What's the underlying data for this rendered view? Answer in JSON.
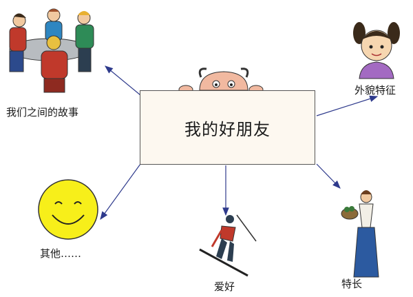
{
  "diagram": {
    "center": {
      "title": "我的好朋友"
    },
    "branches": [
      {
        "id": "stories",
        "label": "我们之间的故事",
        "icon": "friends-at-table-icon"
      },
      {
        "id": "appearance",
        "label": "外貌特征",
        "icon": "girl-portrait-icon"
      },
      {
        "id": "others",
        "label": "其他……",
        "icon": "smiley-face-icon"
      },
      {
        "id": "hobbies",
        "label": "爱好",
        "icon": "skier-icon"
      },
      {
        "id": "strengths",
        "label": "特长",
        "icon": "woman-with-basket-icon"
      }
    ]
  },
  "colors": {
    "arrow": "#2e3a8c",
    "box_fill": "#fdf8f0",
    "smiley": "#f7ef1a"
  }
}
